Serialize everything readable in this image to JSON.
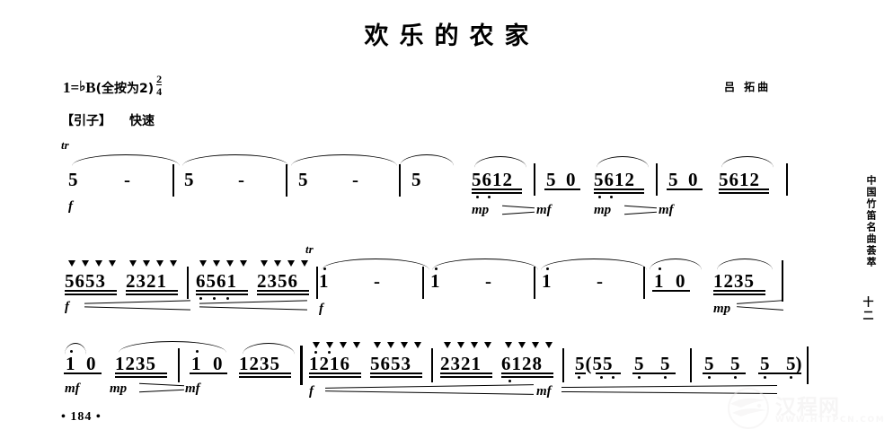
{
  "title": "欢乐的农家",
  "header": {
    "key_prefix": "1=",
    "key_flat": "♭",
    "key_letter": "B",
    "key_note": "(全按为2)",
    "meter_num": "2",
    "meter_den": "4",
    "composer": "吕 拓曲"
  },
  "section": {
    "name": "【引子】",
    "tempo": "快速"
  },
  "marks": {
    "trill": "tr",
    "f": "f",
    "mf": "mf",
    "mp": "mp",
    "dash": "-"
  },
  "systems": [
    {
      "id": "system-1",
      "measures": [
        {
          "notes": "5 -"
        },
        {
          "notes": "5 -"
        },
        {
          "notes": "5 -"
        },
        {
          "notes": "5"
        },
        {
          "notes": "5612"
        },
        {
          "notes": "5 0"
        },
        {
          "notes": "5612"
        },
        {
          "notes": "5 0"
        },
        {
          "notes": "5612"
        }
      ],
      "dynamics": [
        "f",
        "mp",
        "mf",
        "mp",
        "mf"
      ]
    },
    {
      "id": "system-2",
      "measures": [
        {
          "notes": "5653 2321"
        },
        {
          "notes": "6561 2356"
        },
        {
          "notes": "1 -"
        },
        {
          "notes": "1 -"
        },
        {
          "notes": "1 -"
        },
        {
          "notes": "1 0"
        },
        {
          "notes": "1235"
        }
      ],
      "dynamics": [
        "f",
        "f",
        "mp"
      ]
    },
    {
      "id": "system-3",
      "measures": [
        {
          "notes": "1 0 1235"
        },
        {
          "notes": "1 0 1235"
        },
        {
          "notes": "1216 5653"
        },
        {
          "notes": "2321 6128"
        },
        {
          "notes": "5(55 5 5"
        },
        {
          "notes": "5 5 5 5)"
        }
      ],
      "dynamics": [
        "mf",
        "mp",
        "mf",
        "f",
        "mf"
      ]
    }
  ],
  "notes_line1": {
    "n1": "5",
    "n2": "5",
    "n3": "5",
    "n4": "5",
    "g1": "5612",
    "g2": "5",
    "g2b": "0",
    "g3": "5612",
    "g4": "5",
    "g4b": "0",
    "g5": "5612"
  },
  "notes_line2": {
    "g1": "5653",
    "g2": "2321",
    "g3": "6561",
    "g4": "2356",
    "n1": "1",
    "n2": "1",
    "n3": "1",
    "n4": "1",
    "n4b": "0",
    "g5": "1235"
  },
  "notes_line3": {
    "a1": "1",
    "a1b": "0",
    "a2": "1235",
    "b1": "1",
    "b1b": "0",
    "b2": "1235",
    "c1": "1216",
    "c2": "5653",
    "c3": "2321",
    "c4": "6128",
    "d1": "5(55",
    "d2": "5",
    "d3": "5",
    "e1": "5",
    "e2": "5",
    "e3": "5",
    "e4": "5)"
  },
  "book": {
    "series": "中国竹笛名曲荟萃",
    "volume": "十二"
  },
  "page_number": "• 184 •",
  "watermark": {
    "name": "汉程网",
    "url": "WWW.HTTPCN.COM"
  },
  "colors": {
    "ink": "#000000",
    "paper": "#ffffff",
    "watermark": "#ececec"
  }
}
